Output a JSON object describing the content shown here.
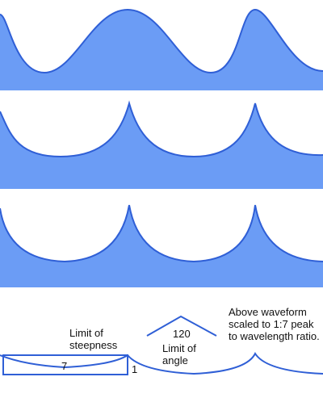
{
  "colors": {
    "wave_fill": "#6b9cf5",
    "wave_stroke": "#2f5fd6",
    "annotation_stroke": "#2f5fd6",
    "text": "#111111"
  },
  "panels": [
    {
      "profile": "sinusoidal swell",
      "peak_shape": "rounded"
    },
    {
      "profile": "steeper wave",
      "peak_shape": "sharper"
    },
    {
      "profile": "limiting wave",
      "peak_shape": "cusped 120 degree crest"
    }
  ],
  "annotations": {
    "steepness_label": "Limit of\nsteepness",
    "steepness_length": "7",
    "steepness_height": "1",
    "angle_value": "120",
    "angle_label": "Limit of\nangle",
    "scale_note": "Above waveform\nscaled to 1:7 peak\nto wavelength ratio."
  }
}
